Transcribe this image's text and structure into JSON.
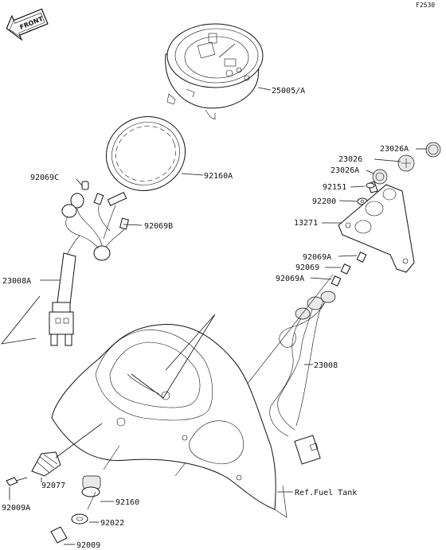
{
  "figure_code": "F2530",
  "front_label": "FRONT",
  "labels": {
    "speedometer": "25005/A",
    "ring": "92160A",
    "socket_c": "92069C",
    "socket_b": "92069B",
    "harness_left": "23008A",
    "cap_a_top": "23026A",
    "cap_mid": "23026",
    "cap_a_low": "23026A",
    "screw": "92151",
    "washer": "92200",
    "bracket": "13271",
    "socket_a_top": "92069A",
    "socket": "92069",
    "socket_a_low": "92069A",
    "harness_right": "23008",
    "plug": "92077",
    "screw_a": "92009A",
    "grommet": "92160",
    "collar": "92022",
    "bolt": "92009",
    "fuel_tank": "Ref.Fuel Tank"
  }
}
